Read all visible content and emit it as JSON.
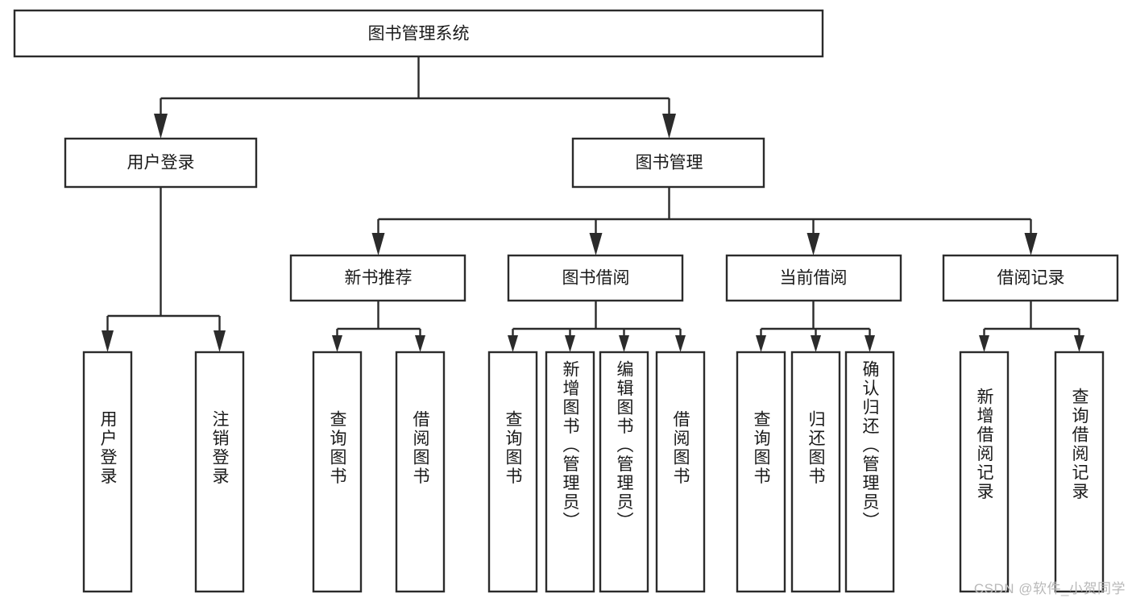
{
  "diagram": {
    "type": "tree-hierarchy",
    "title": "图书管理系统",
    "colors": {
      "stroke": "#2b2b2b",
      "fill": "#ffffff",
      "text": "#1a1a1a",
      "background": "#ffffff",
      "watermark": "#b9b9b9"
    },
    "root": {
      "id": "root",
      "label": "图书管理系统"
    },
    "level2": [
      {
        "id": "user-login",
        "label": "用户登录"
      },
      {
        "id": "book-manage",
        "label": "图书管理"
      }
    ],
    "level3": [
      {
        "id": "new-book-rec",
        "label": "新书推荐",
        "parent": "book-manage"
      },
      {
        "id": "book-borrow",
        "label": "图书借阅",
        "parent": "book-manage"
      },
      {
        "id": "current-borrow",
        "label": "当前借阅",
        "parent": "book-manage"
      },
      {
        "id": "borrow-record",
        "label": "借阅记录",
        "parent": "book-manage"
      }
    ],
    "leaves": [
      {
        "id": "leaf-user-login",
        "label": "用户登录",
        "parent": "user-login"
      },
      {
        "id": "leaf-logout",
        "label": "注销登录",
        "parent": "user-login"
      },
      {
        "id": "leaf-query-book-1",
        "label": "查询图书",
        "parent": "new-book-rec"
      },
      {
        "id": "leaf-borrow-book-1",
        "label": "借阅图书",
        "parent": "new-book-rec"
      },
      {
        "id": "leaf-query-book-2",
        "label": "查询图书",
        "parent": "book-borrow"
      },
      {
        "id": "leaf-add-book",
        "label": "新增图书（管理员）",
        "parent": "book-borrow"
      },
      {
        "id": "leaf-edit-book",
        "label": "编辑图书（管理员）",
        "parent": "book-borrow"
      },
      {
        "id": "leaf-borrow-book-2",
        "label": "借阅图书",
        "parent": "book-borrow"
      },
      {
        "id": "leaf-query-book-3",
        "label": "查询图书",
        "parent": "current-borrow"
      },
      {
        "id": "leaf-return-book",
        "label": "归还图书",
        "parent": "current-borrow"
      },
      {
        "id": "leaf-confirm-return",
        "label": "确认归还（管理员）",
        "parent": "current-borrow"
      },
      {
        "id": "leaf-add-record",
        "label": "新增借阅记录",
        "parent": "borrow-record"
      },
      {
        "id": "leaf-query-record",
        "label": "查询借阅记录",
        "parent": "borrow-record"
      }
    ]
  },
  "watermark": {
    "text": "CSDN @软件_小贺同学"
  }
}
